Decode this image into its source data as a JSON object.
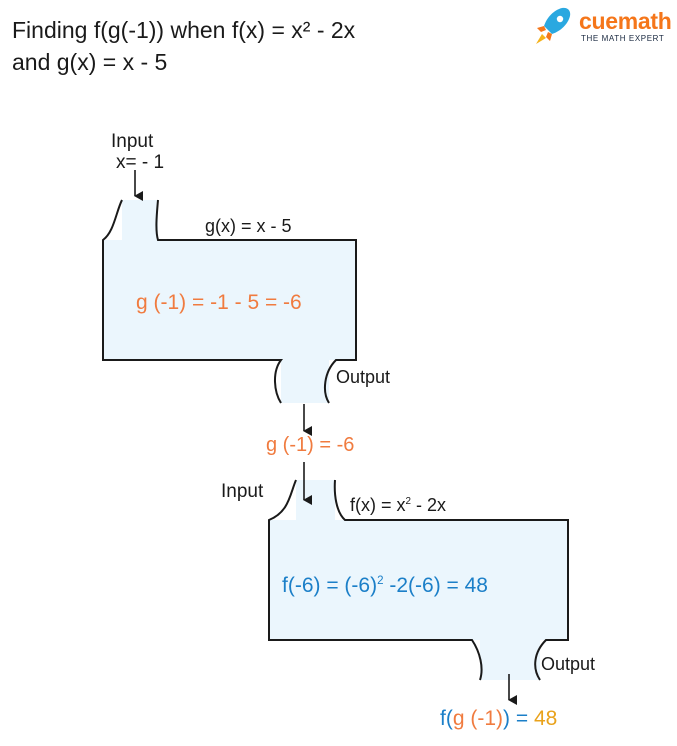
{
  "title": {
    "line1": "Finding f(g(-1)) when f(x) = x² - 2x",
    "line2": "and g(x) = x - 5"
  },
  "logo": {
    "wordmark": "cuemath",
    "tagline": "THE MATH EXPERT",
    "icon": "rocket-icon"
  },
  "machine_g": {
    "input_label": "Input",
    "input_value": "x= - 1",
    "function_label": "g(x) = x - 5",
    "computation": "g (-1) = -1 - 5 = -6",
    "output_label": "Output"
  },
  "intermediate": {
    "value": "g (-1) = -6"
  },
  "machine_f": {
    "input_label": "Input",
    "function_label_base": "f(x) = x",
    "function_label_exp": "2",
    "function_label_tail": " - 2x",
    "computation_base": "f(-6) = (-6)",
    "computation_exp": "2",
    "computation_tail": " -2(-6) = 48",
    "output_label": "Output"
  },
  "result": {
    "prefix": "f(",
    "inner": "g (-1)",
    "suffix": ") = ",
    "value": "48"
  },
  "colors": {
    "box_fill": "#ebf6fd",
    "stroke": "#1a1a1a",
    "orange": "#f07b3f",
    "blue": "#1b7fc8",
    "gold": "#e9a21b",
    "logo_orange": "#f5761a",
    "logo_blue": "#2aa8e0"
  }
}
